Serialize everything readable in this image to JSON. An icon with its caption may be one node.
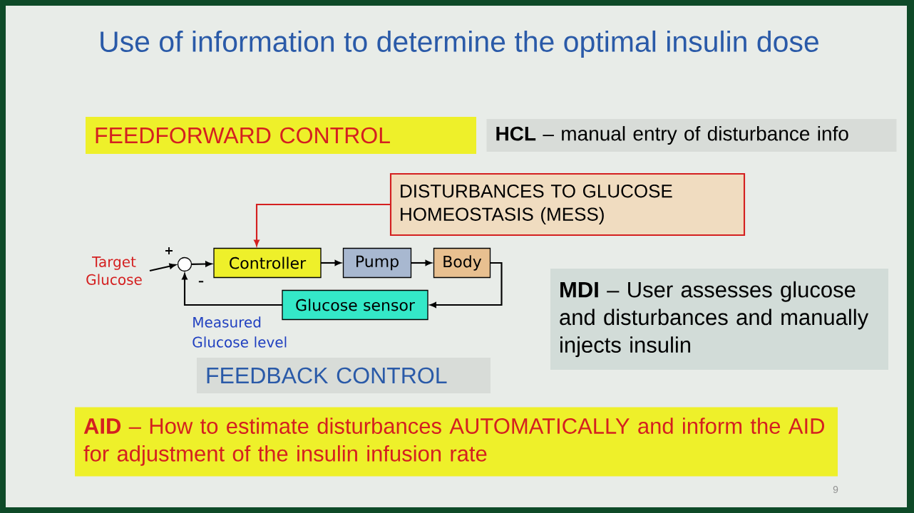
{
  "diagram": {
    "title": "Use of information to determine the optimal insulin dose",
    "nodes": [
      {
        "text": [
          "Target Glucose"
        ]
      },
      {
        "text": [],
        "shape": "circle"
      },
      {
        "text": [
          "Controller"
        ]
      },
      {
        "text": [
          "Pump"
        ]
      },
      {
        "text": [
          "Body"
        ]
      },
      {
        "text": [
          "Glucose sensor"
        ]
      },
      {
        "text": [
          "DISTURBANCES TO GLUCOSE HOMEOSTASIS (MESS)"
        ]
      },
      {
        "text": [
          "FEEDFORWARD CONTROL"
        ]
      },
      {
        "text": [
          "**HCL** – manual entry of disturbance info"
        ]
      },
      {
        "text": [
          "**MDI** – User assesses glucose and disturbances and manually injects insulin"
        ]
      },
      {
        "text": [
          "FEEDBACK CONTROL"
        ]
      },
      {
        "text": [
          "**AID** – How to estimate disturbances AUTOMATICALLY and inform the AID for adjustment of the insulin infusion rate"
        ]
      }
    ],
    "edges": [
      {
        "from": 0,
        "to": 1,
        "arrow": "to"
      },
      {
        "from": 1,
        "to": 2,
        "arrow": "to"
      },
      {
        "from": 2,
        "to": 3,
        "arrow": "to"
      },
      {
        "from": 3,
        "to": 4,
        "arrow": "to"
      },
      {
        "from": 4,
        "to": 5,
        "arrow": "to"
      },
      {
        "from": 5,
        "to": 1,
        "arrow": "to"
      },
      {
        "from": 6,
        "to": 2,
        "arrow": "to",
        "color": "#d42020"
      }
    ],
    "labels": [
      "+",
      "–",
      "Measured Glucose level",
      "9"
    ]
  }
}
